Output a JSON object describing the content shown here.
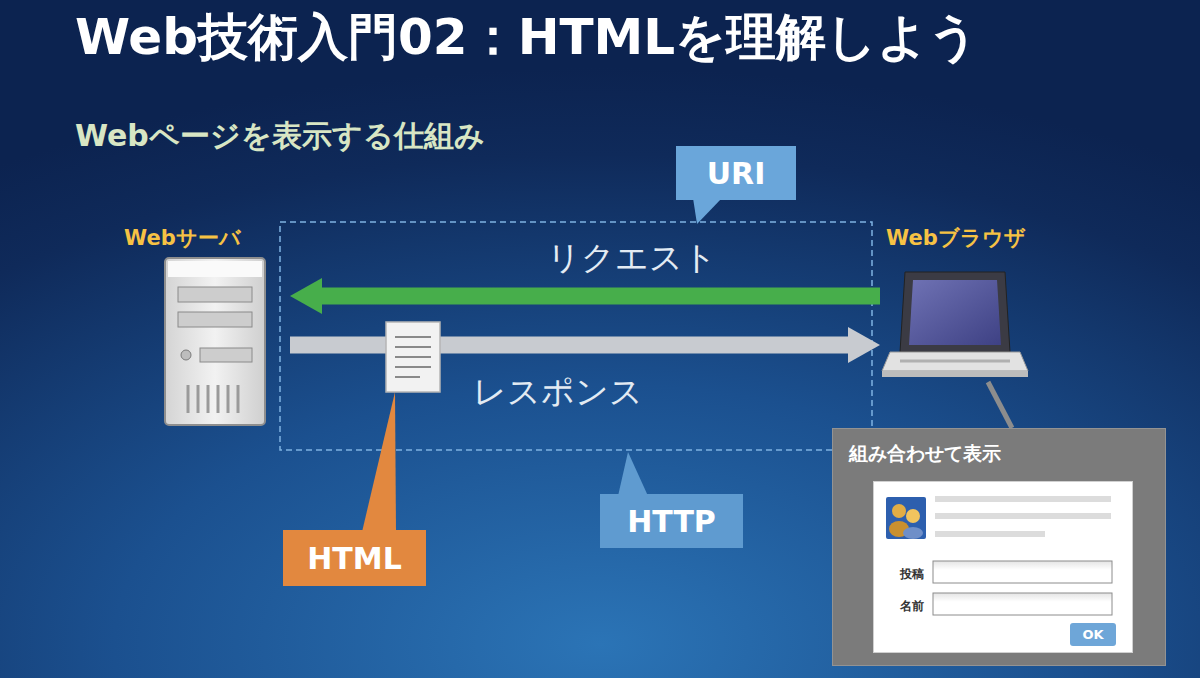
{
  "diagram": {
    "title": "Web技術入門02：HTMLを理解しよう",
    "nodes": [
      {
        "text": [
          "URI"
        ]
      },
      {
        "text": [
          "Webサーバ"
        ]
      },
      {
        "text": [
          "Webブラウザ"
        ]
      },
      {
        "text": [
          "組み合わせて表示"
        ]
      },
      {
        "text": [
          "投稿",
          "名前"
        ],
        "in": 3
      },
      {
        "text": [
          "OK"
        ],
        "in": 4
      },
      {
        "text": [
          "HTTP"
        ]
      },
      {
        "text": [
          "HTML"
        ]
      }
    ],
    "edges": [
      {
        "from": 2,
        "to": 1,
        "label": "リクエスト",
        "arrow": "to"
      },
      {
        "from": 1,
        "to": 2,
        "label": "レスポンス",
        "arrow": "to"
      }
    ],
    "labels": [
      "Webページを表示する仕組み"
    ]
  }
}
